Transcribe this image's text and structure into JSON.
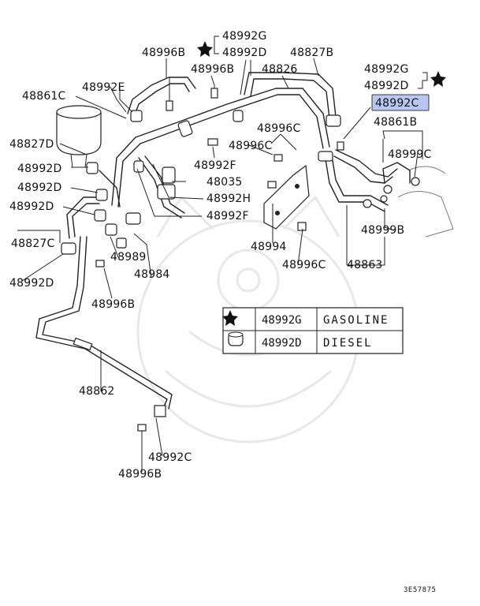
{
  "labels": {
    "p48992G_top": "48992G",
    "p48996B_top": "48996B",
    "p48992D_top": "48992D",
    "p48827B": "48827B",
    "p48996B_mid": "48996B",
    "p48826": "48826",
    "p48992G_right": "48992G",
    "p48992D_right": "48992D",
    "p48992C_highlight": "48992C",
    "p48861C": "48861C",
    "p48992E": "48992E",
    "p48861B": "48861B",
    "p48996C_1": "48996C",
    "p48996C_2": "48996C",
    "p48827D": "48827D",
    "p48999C": "48999C",
    "p48992D_l1": "48992D",
    "p48992F_1": "48992F",
    "p48035": "48035",
    "p48992D_l2": "48992D",
    "p48992H": "48992H",
    "p48992D_l3": "48992D",
    "p48992F_2": "48992F",
    "p48999B": "48999B",
    "p48827C": "48827C",
    "p48994": "48994",
    "p48989": "48989",
    "p48996C_3": "48996C",
    "p48863": "48863",
    "p48984": "48984",
    "p48992D_l4": "48992D",
    "p48996B_low": "48996B",
    "p48862": "48862",
    "p48992C_bottom": "48992C",
    "p48996B_bottom": "48996B"
  },
  "highlight_color": "#b8c6f2",
  "legend_table": {
    "rows": [
      {
        "part": "48992G",
        "type": "GASOLINE"
      },
      {
        "part": "48992D",
        "type": "DIESEL"
      }
    ]
  },
  "diagram_code": "3E57875"
}
